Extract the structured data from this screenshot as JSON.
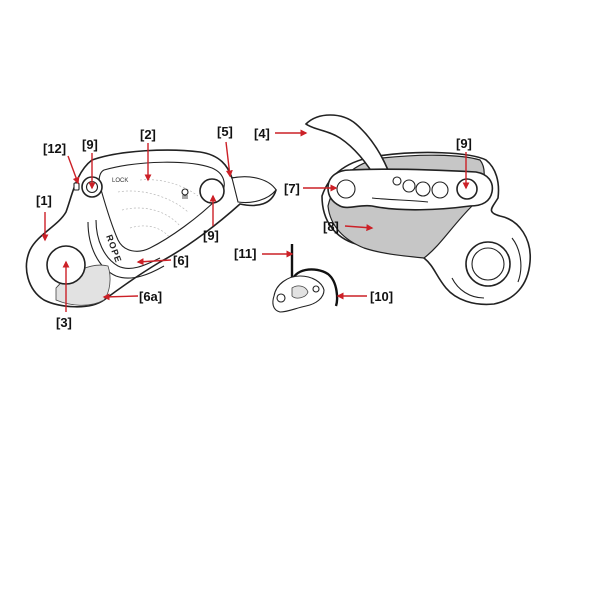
{
  "diagram": {
    "labels": {
      "l1": "[1]",
      "l2": "[2]",
      "l3": "[3]",
      "l4": "[4]",
      "l5": "[5]",
      "l6": "[6]",
      "l6a": "[6a]",
      "l7": "[7]",
      "l8": "[8]",
      "l9a": "[9]",
      "l9b": "[9]",
      "l9c": "[9]",
      "l10": "[10]",
      "l11": "[11]",
      "l12": "[12]"
    },
    "device_marking": "ROPE",
    "small_markings": {
      "lock_mark": "LOCK"
    },
    "colors": {
      "callout": "#cc2027",
      "outline": "#222222",
      "shading": "#c6c6c6"
    },
    "icons": [
      "lock-icon",
      "rope-direction-icon"
    ]
  }
}
